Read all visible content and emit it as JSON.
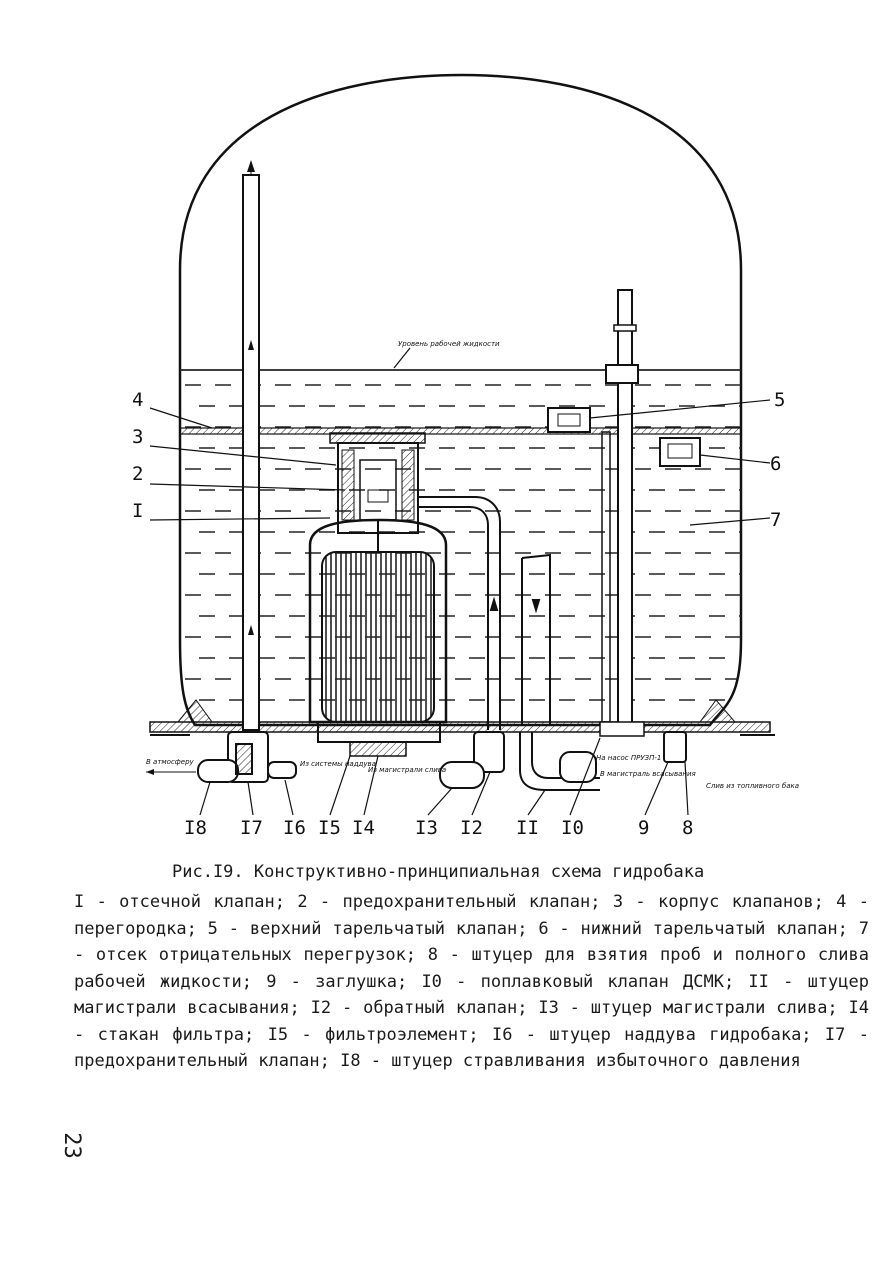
{
  "figure": {
    "callouts": {
      "c4": "4",
      "c3": "3",
      "c2": "2",
      "c1": "I",
      "c5": "5",
      "c6": "6",
      "c7": "7",
      "c18": "I8",
      "c17": "I7",
      "c16": "I6",
      "c15": "I5",
      "c14": "I4",
      "c13": "I3",
      "c12": "I2",
      "c11": "II",
      "c10": "I0",
      "c9": "9",
      "c8": "8"
    },
    "annotations": {
      "level": "Уровень рабочей жидкости",
      "atm": "В атмосферу",
      "air_line": "Из системы наддува",
      "main_line": "Из магистрали слива",
      "pump": "На насос ПРУЗП-1",
      "suction": "В магистраль всасывания",
      "drain": "Слив из топливного бака"
    }
  },
  "caption": {
    "title": "Рис.I9. Конструктивно-принципиальная схема гидробака",
    "body": "I - отсечной клапан; 2 - предохранительный клапан; 3 - корпус клапанов; 4 - перегородка; 5 - верхний тарельчатый клапан; 6 - нижний тарельчатый клапан; 7 - отсек отрицательных перегрузок; 8 - штуцер для взятия проб и полного слива рабочей жидкости; 9 - заглушка; I0 - поплавковый клапан ДСМК; II - штуцер магистрали всасывания; I2 - обратный клапан; I3 - штуцер магистрали слива; I4 - стакан фильтра; I5 - фильтроэлемент; I6 - штуцер наддува гидробака; I7 - предохранительный клапан; I8 - штуцер стравливания избыточного давления"
  },
  "page_number": "23"
}
